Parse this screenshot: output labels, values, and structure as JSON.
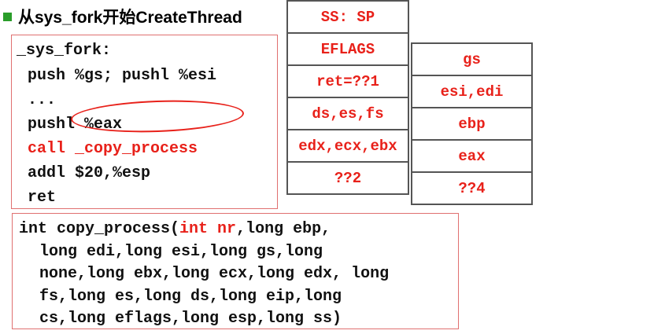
{
  "title": "从sys_fork开始CreateThread",
  "fork_code": {
    "label": "_sys_fork:",
    "line1": "push %gs; pushl %esi",
    "line2": "...",
    "line3": "pushl %eax",
    "call_keyword": "call",
    "call_target": "_copy_process",
    "line5": "addl $20,%esp",
    "line6": "ret"
  },
  "proc_code": {
    "l1_pre": "int copy_process(",
    "l1_red": "int nr",
    "l1_post": ",long ebp,",
    "l2": "long edi,long esi,long gs,long",
    "l3": "none,long ebx,long ecx,long edx, long",
    "l4": "fs,long es,long ds,long eip,long",
    "l5": "cs,long eflags,long esp,long ss)"
  },
  "stack_left": [
    "SS: SP",
    "EFLAGS",
    "ret=??1",
    "ds,es,fs",
    "edx,ecx,ebx",
    "??2"
  ],
  "stack_right": [
    "gs",
    "esi,edi",
    "ebp",
    "eax",
    "??4"
  ],
  "colors": {
    "accent_red": "#e8211a",
    "box_border": "#e07070",
    "bullet": "#2a9d2a"
  }
}
